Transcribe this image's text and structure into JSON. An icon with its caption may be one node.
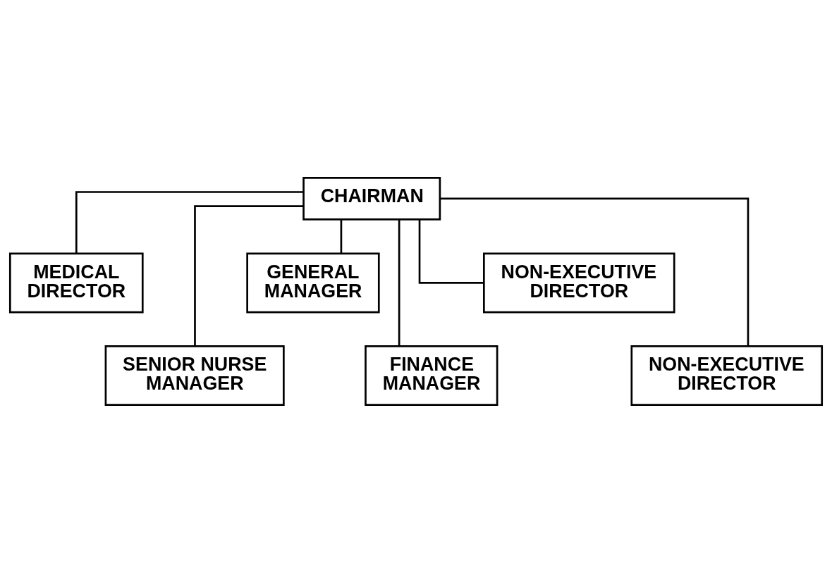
{
  "diagram": {
    "nodes": [
      {
        "text": [
          "CHAIRMAN"
        ]
      },
      {
        "text": [
          "MEDICAL DIRECTOR"
        ]
      },
      {
        "text": [
          "GENERAL MANAGER"
        ]
      },
      {
        "text": [
          "NON-EXECUTIVE DIRECTOR"
        ]
      },
      {
        "text": [
          "SENIOR NURSE MANAGER"
        ]
      },
      {
        "text": [
          "FINANCE MANAGER"
        ]
      },
      {
        "text": [
          "NON-EXECUTIVE DIRECTOR"
        ]
      }
    ],
    "edges": [
      {
        "from": 0,
        "to": 1,
        "arrow": "none"
      },
      {
        "from": 0,
        "to": 4,
        "arrow": "none"
      },
      {
        "from": 0,
        "to": 2,
        "arrow": "none"
      },
      {
        "from": 0,
        "to": 5,
        "arrow": "none"
      },
      {
        "from": 0,
        "to": 3,
        "arrow": "none"
      },
      {
        "from": 0,
        "to": 6,
        "arrow": "none"
      }
    ]
  }
}
